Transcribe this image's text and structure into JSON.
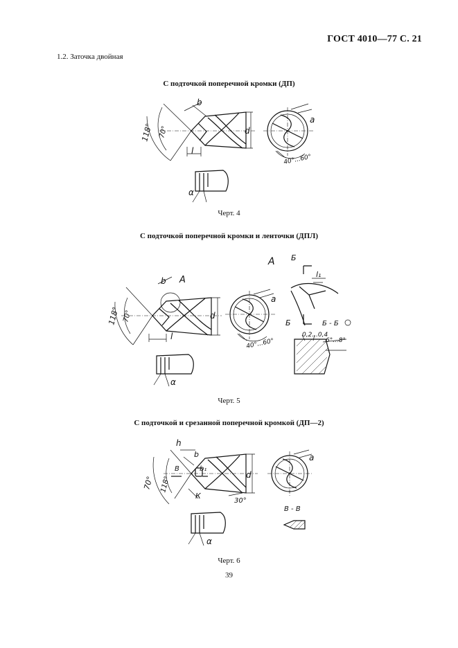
{
  "header": {
    "standard": "ГОСТ 4010—77 С. 21"
  },
  "section": {
    "heading": "1.2. Заточка двойная"
  },
  "figures": [
    {
      "title": "С подточкой поперечной кромки (ДП)",
      "caption": "Черт. 4",
      "labels": {
        "angle_outer": "118°",
        "angle_inner": "70°",
        "b": "b",
        "d": "d",
        "l": "l",
        "a": "a",
        "range": "40°...60°",
        "alpha": "α"
      }
    },
    {
      "title": "С подточкой поперечной кромки и ленточки (ДПЛ)",
      "caption": "Черт. 5",
      "labels": {
        "angle_outer": "118°",
        "angle_inner": "70°",
        "b": "b",
        "A": "A",
        "d": "d",
        "l": "l",
        "a": "a",
        "range": "40°...60°",
        "alpha": "α",
        "view_A": "A",
        "B_top": "Б",
        "B_bottom": "Б",
        "l1": "l₁",
        "section": "Б - Б",
        "range2": "0,2...0,4",
        "range3": "6°...8°"
      }
    },
    {
      "title": "С подточкой и срезанной поперечной кромкой (ДП—2)",
      "caption": "Черт. 6",
      "labels": {
        "h": "h",
        "b": "b",
        "B_left": "В",
        "angle_70": "70°",
        "angle_118": "118°",
        "b1": "b₁",
        "K": "К",
        "angle_30": "30°",
        "d": "d",
        "a": "a",
        "section": "В - В",
        "alpha": "α"
      }
    }
  ],
  "page_number": "39"
}
